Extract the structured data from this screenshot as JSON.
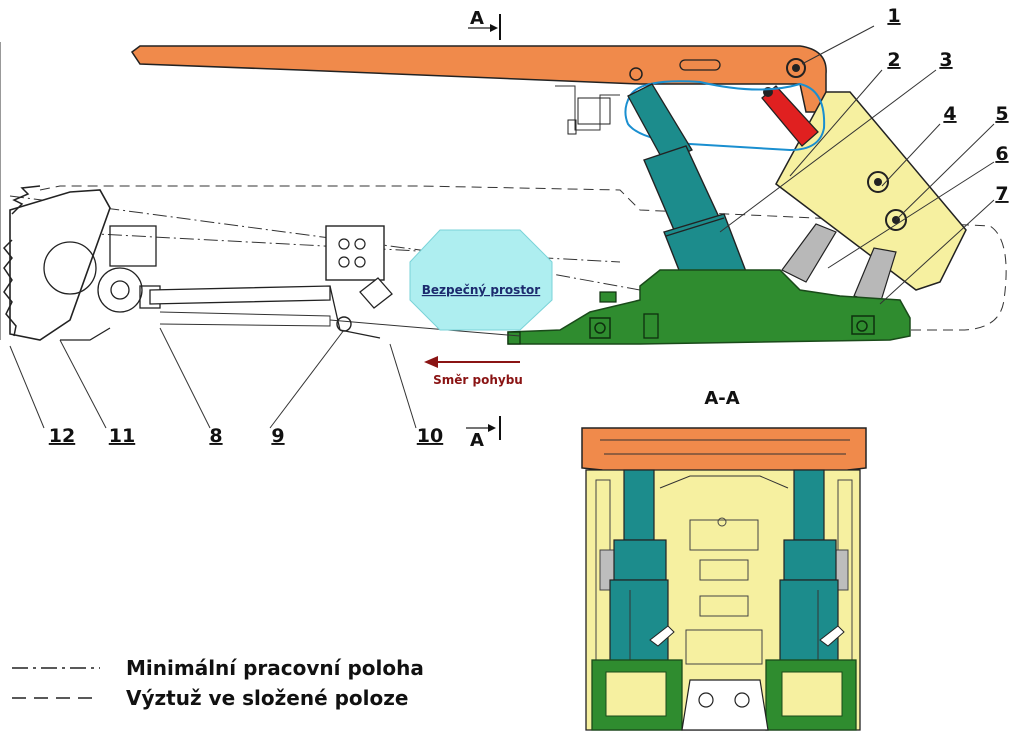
{
  "section_marks": {
    "top": "A",
    "bottom": "A",
    "section_title": "A-A"
  },
  "part_numbers": [
    "1",
    "2",
    "3",
    "4",
    "5",
    "6",
    "7",
    "8",
    "9",
    "10",
    "11",
    "12"
  ],
  "safe_zone_label": "Bezpečný prostor",
  "direction_label": "Směr pohybu",
  "legend": [
    {
      "style": "dash-dot",
      "label": "Minimální pracovní poloha"
    },
    {
      "style": "dashed",
      "label": "Výztuž ve složené poloze"
    }
  ],
  "colors": {
    "canopy": "#f08a4b",
    "shield": "#f6f0a0",
    "leg": "#1c8c8c",
    "base": "#2f8c2f",
    "ram": "#e02020",
    "safe_zone": "#aeeef0",
    "arrow": "#8a1414"
  }
}
